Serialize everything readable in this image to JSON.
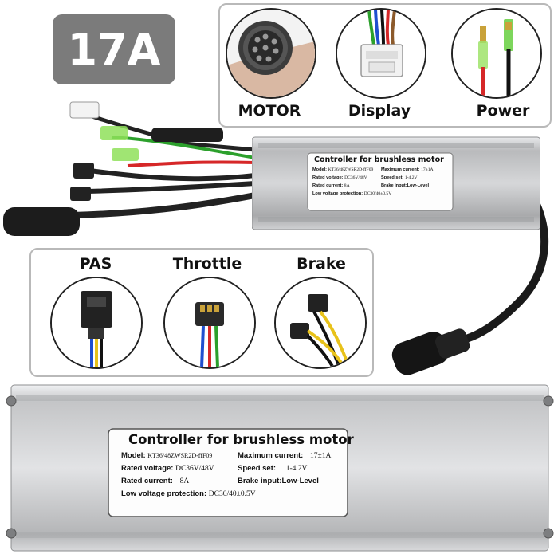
{
  "badge": {
    "text": "17A"
  },
  "connectors_top": [
    {
      "name": "MOTOR"
    },
    {
      "name": "Display"
    },
    {
      "name": "Power"
    }
  ],
  "connectors_mid": [
    {
      "name": "PAS"
    },
    {
      "name": "Throttle"
    },
    {
      "name": "Brake"
    }
  ],
  "label": {
    "title": "Controller for brushless motor",
    "model_label": "Model:",
    "model_value": "KT36/48ZWSR2D-ffF09",
    "rated_voltage_label": "Rated voltage:",
    "rated_voltage_value": "DC36V/48V",
    "rated_current_label": "Rated current:",
    "rated_current_value": "8A",
    "low_voltage_label": "Low voltage protection:",
    "low_voltage_value": "DC30/40±0.5V",
    "max_current_label": "Maximum current:",
    "max_current_value": "17±1A",
    "speed_set_label": "Speed  set:",
    "speed_set_value": "1-4.2V",
    "brake_input_label": "Brake input:",
    "brake_input_value": "Low-Level"
  },
  "colors": {
    "badge": "#7b7b7b",
    "aluminum": "#c8c9cb",
    "panel_border": "#b9b9b9"
  }
}
